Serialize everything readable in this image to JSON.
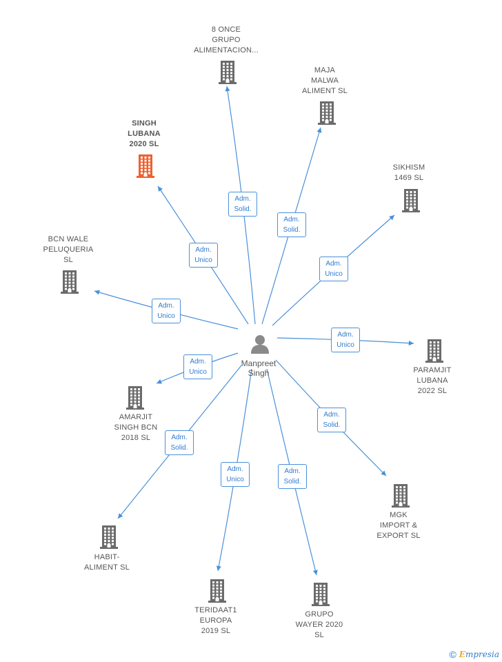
{
  "center": {
    "name": "Manpreet\nSingh"
  },
  "accent_color": "#4a90d9",
  "highlight_color": "#f06030",
  "building_color": "#6b6b6b",
  "nodes": [
    {
      "id": "n1",
      "label": "8 ONCE\nGRUPO\nALIMENTACION...",
      "relation": "Adm.\nSolid.",
      "highlight": false
    },
    {
      "id": "n2",
      "label": "MAJA\nMALWA\nALIMENT  SL",
      "relation": "Adm.\nSolid.",
      "highlight": false
    },
    {
      "id": "n3",
      "label": "SINGH\nLUBANA\n2020  SL",
      "relation": "Adm.\nUnico",
      "highlight": true
    },
    {
      "id": "n4",
      "label": "SIKHISM\n1469  SL",
      "relation": "Adm.\nUnico",
      "highlight": false
    },
    {
      "id": "n5",
      "label": "BCN WALE\nPELUQUERIA\nSL",
      "relation": "Adm.\nUnico",
      "highlight": false
    },
    {
      "id": "n6",
      "label": "PARAMJIT\nLUBANA\n2022  SL",
      "relation": "Adm.\nUnico",
      "highlight": false
    },
    {
      "id": "n7",
      "label": "AMARJIT\nSINGH BCN\n2018  SL",
      "relation": "Adm.\nUnico",
      "highlight": false
    },
    {
      "id": "n8",
      "label": "MGK\nIMPORT &\nEXPORT  SL",
      "relation": "Adm.\nSolid.",
      "highlight": false
    },
    {
      "id": "n9",
      "label": "HABIT-\nALIMENT  SL",
      "relation": "Adm.\nSolid.",
      "highlight": false
    },
    {
      "id": "n10",
      "label": "TERIDAAT1\nEUROPA\n2019  SL",
      "relation": "Adm.\nUnico",
      "highlight": false
    },
    {
      "id": "n11",
      "label": "GRUPO\nWAYER 2020\nSL",
      "relation": "Adm.\nSolid.",
      "highlight": false
    }
  ],
  "footer": {
    "copyright": "©",
    "brand_first": "E",
    "brand_rest": "mpresia"
  }
}
